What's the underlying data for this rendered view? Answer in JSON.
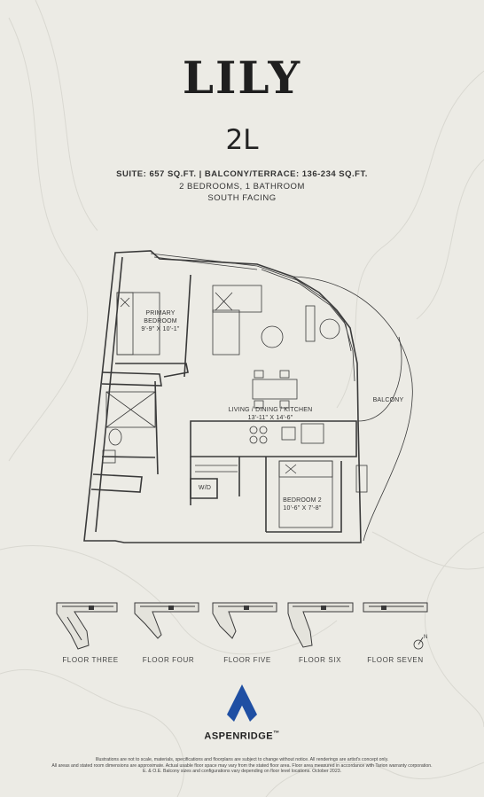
{
  "brand": {
    "name": "LILY"
  },
  "unit": {
    "name": "2L"
  },
  "specs": {
    "areas": "SUITE: 657 SQ.FT. | BALCONY/TERRACE: 136-234 SQ.FT.",
    "rooms": "2 BEDROOMS, 1 BATHROOM",
    "facing": "SOUTH FACING"
  },
  "plan": {
    "primary_bedroom": {
      "name": "PRIMARY",
      "name2": "BEDROOM",
      "size": "9'-9\" X 10'-1\""
    },
    "living": {
      "name": "LIVING / DINING / KITCHEN",
      "size": "13'-11\" X 14'-6\""
    },
    "bedroom2": {
      "name": "BEDROOM 2",
      "size": "10'-6\" X 7'-8\""
    },
    "balcony": "BALCONY",
    "laundry": "W/D"
  },
  "key_plans": [
    {
      "label": "FLOOR THREE"
    },
    {
      "label": "FLOOR FOUR"
    },
    {
      "label": "FLOOR FIVE"
    },
    {
      "label": "FLOOR SIX"
    },
    {
      "label": "FLOOR SEVEN"
    }
  ],
  "north_arrow": "N",
  "developer": {
    "name": "ASPENRIDGE",
    "mark": "™"
  },
  "disclaimer": [
    "Illustrations are not to scale, materials, specifications and floorplans are subject to change without notice. All renderings are artist's concept only.",
    "All areas and stated room dimensions are approximate. Actual usable floor space may vary from the stated floor area. Floor area measured in accordance with Tarion warranty corporation.",
    "E. & O.E. Balcony sizes and configurations vary depending on floor level locations. October 2023."
  ],
  "colors": {
    "background": "#ecebe5",
    "ink": "#2a2a2a",
    "brand_blue": "#1f4fa3"
  }
}
